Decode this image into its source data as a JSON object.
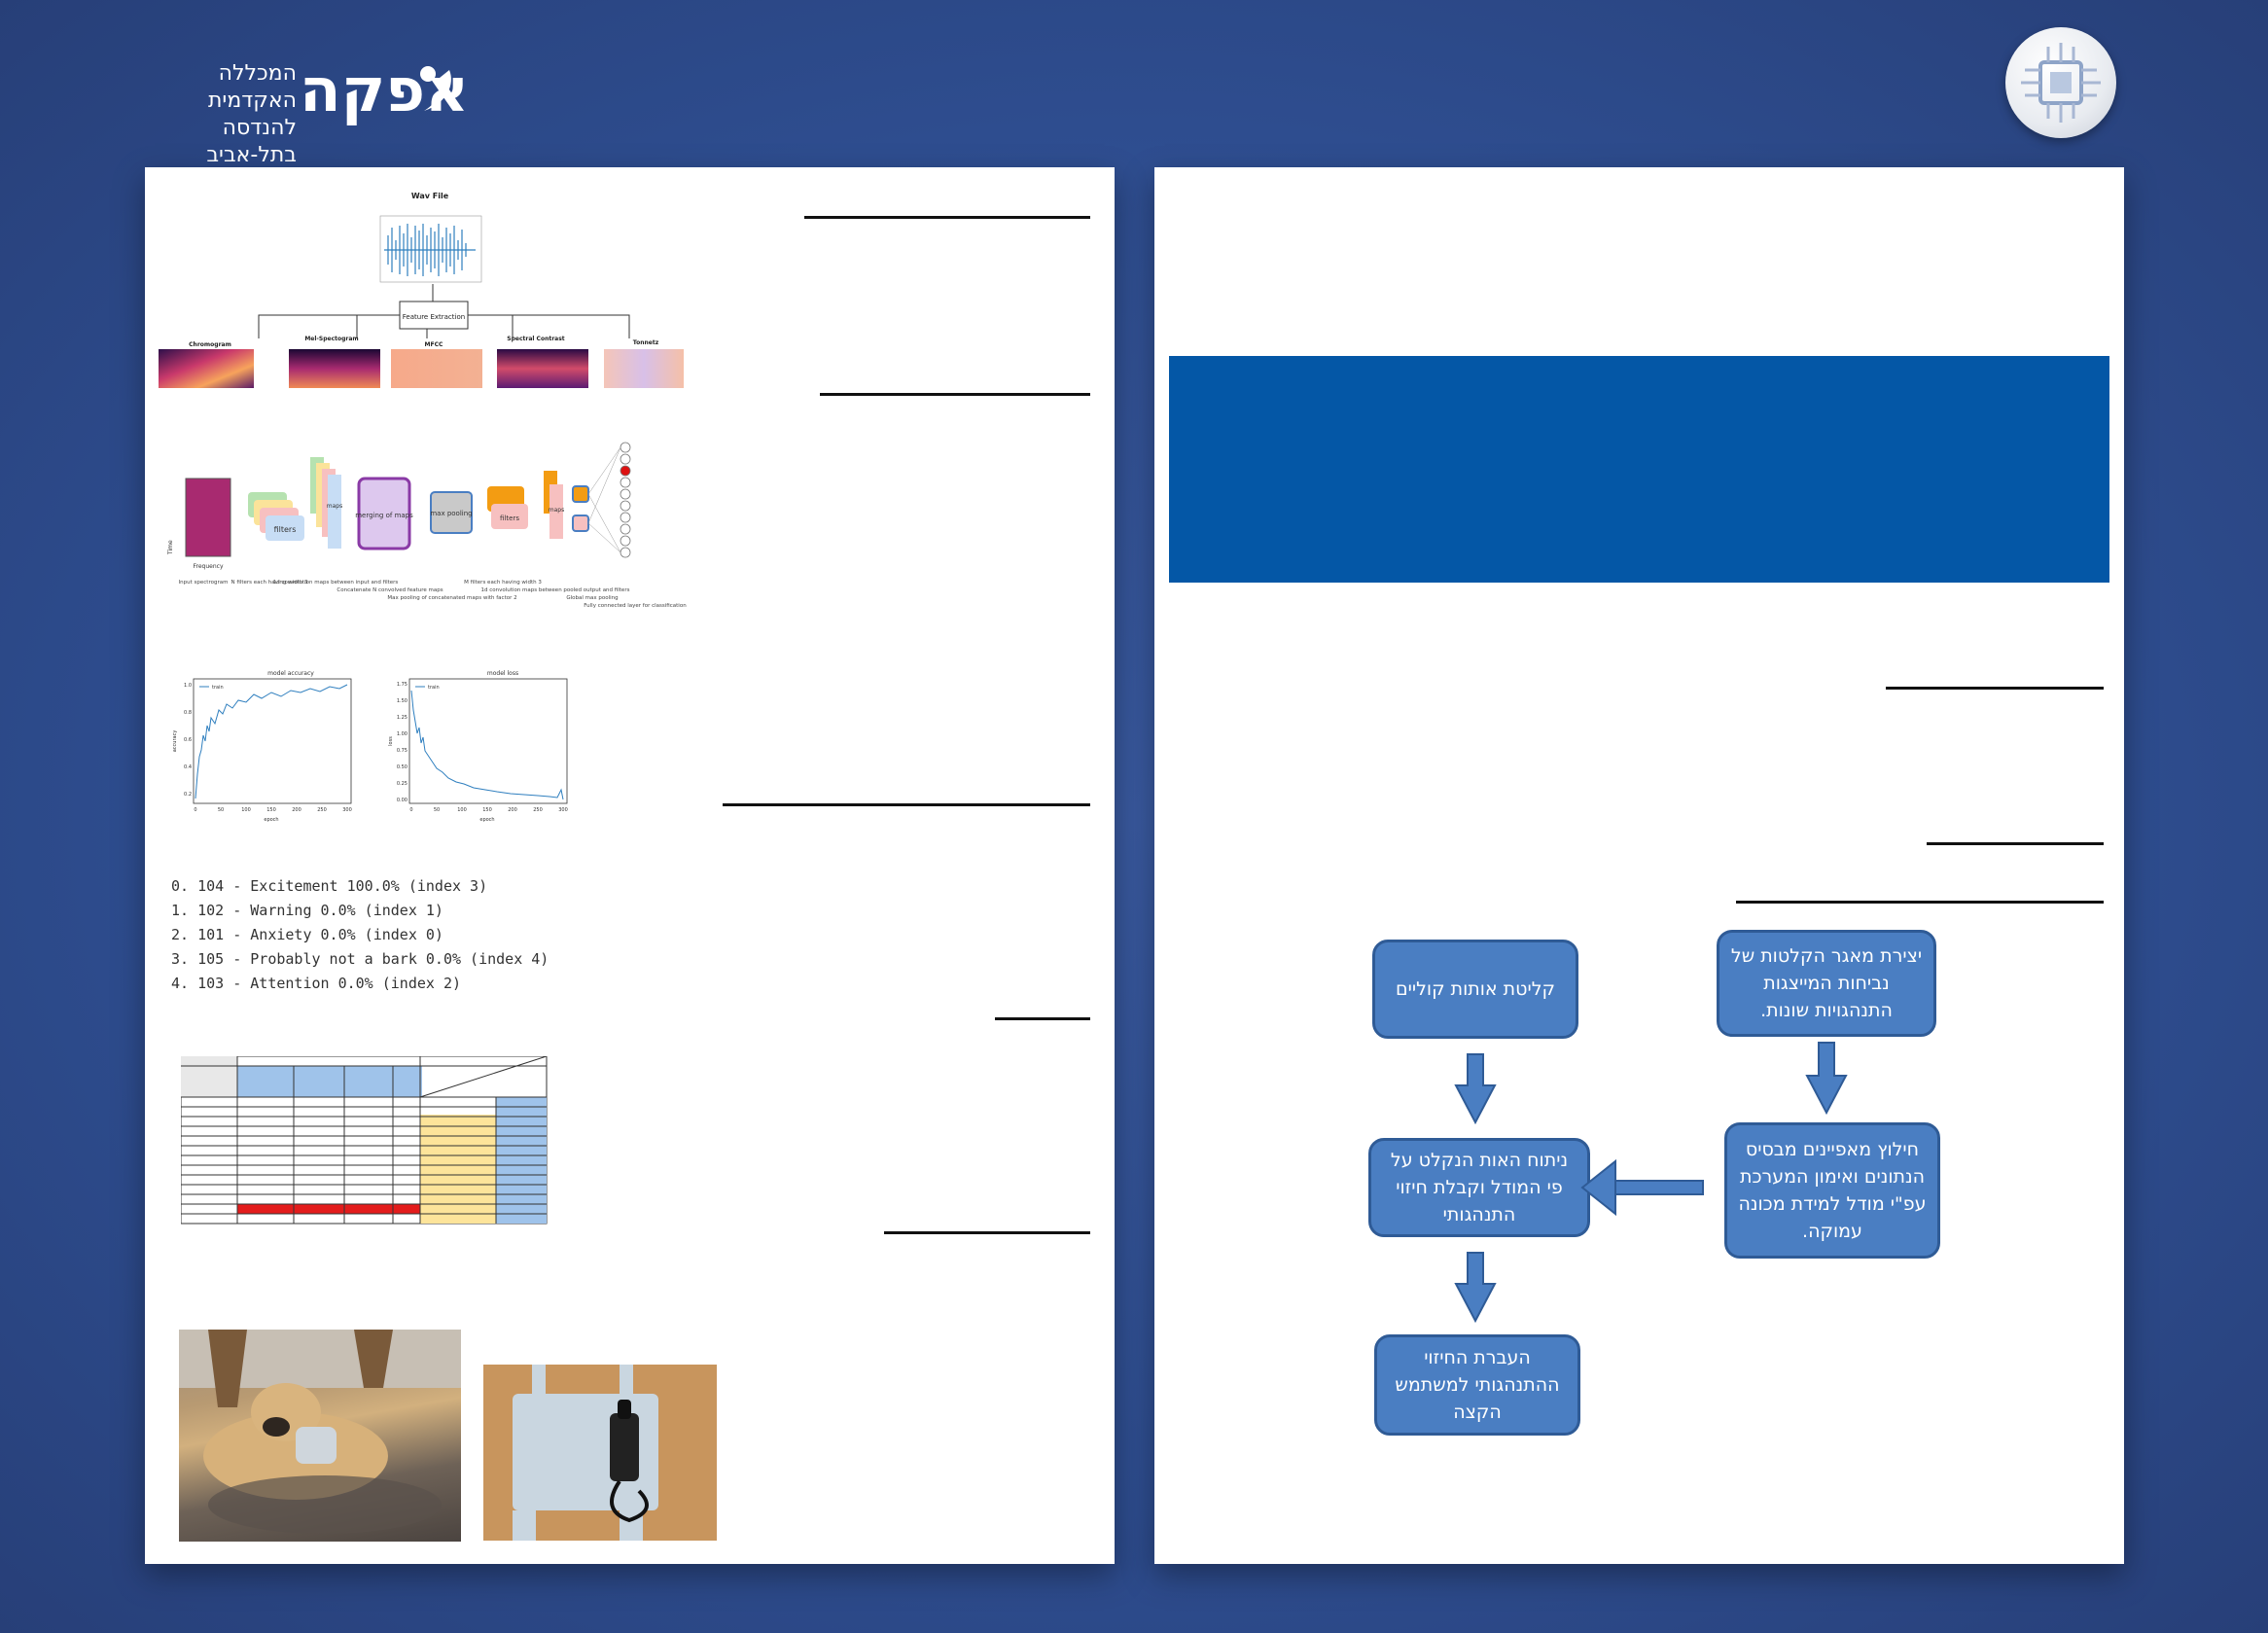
{
  "header": {
    "college_line1": "המכללה האקדמית",
    "college_line2": "להנדסה בתל-אביב",
    "brand": "אפקה",
    "badge_icon": "circuit-chip-icon"
  },
  "left_panel": {
    "pipeline_figure": {
      "wav_title": "Wav File",
      "feature_extraction": "Feature Extraction",
      "features": [
        "Chromogram",
        "Mel-Spectogram",
        "MFCC",
        "Spectral Contrast",
        "Tonnetz"
      ]
    },
    "cnn_figure": {
      "blocks": [
        "filters",
        "maps",
        "merging of maps",
        "max pooling",
        "filters",
        "maps"
      ],
      "axis_time": "Time",
      "axis_frequency": "Frequency",
      "captions": [
        "Input spectrogram",
        "N filters each having width 3",
        "1d convolution maps between input and filters",
        "Concatenate N convolved feature maps",
        "Max pooling of concatenated maps with factor 2",
        "M filters each having width 3",
        "1d convolution maps between pooled output and filters",
        "Global max pooling",
        "Fully connected layer for classification"
      ]
    },
    "charts": [
      {
        "title": "model accuracy",
        "xlabel": "epoch",
        "ylabel": "accuracy",
        "legend": "train",
        "xticks": [
          "0",
          "50",
          "100",
          "150",
          "200",
          "250",
          "300"
        ],
        "yticks": [
          "0.2",
          "0.4",
          "0.6",
          "0.8",
          "1.0"
        ]
      },
      {
        "title": "model loss",
        "xlabel": "epoch",
        "ylabel": "loss",
        "legend": "train",
        "xticks": [
          "0",
          "50",
          "100",
          "150",
          "200",
          "250",
          "300"
        ],
        "yticks": [
          "0.00",
          "0.25",
          "0.50",
          "0.75",
          "1.00",
          "1.25",
          "1.50",
          "1.75"
        ]
      }
    ],
    "predictions": [
      "0. 104 - Excitement 100.0% (index 3)",
      "1. 102 - Warning 0.0% (index 1)",
      "2. 101 - Anxiety 0.0% (index 0)",
      "3. 105 - Probably not a bark 0.0% (index 4)",
      "4. 103 - Attention 0.0% (index 2)"
    ],
    "colors": {
      "table_header": "#9fc3ea",
      "table_yellow": "#fde49a",
      "table_red": "#e31c1c",
      "signal_blue": "#2f7fbf"
    }
  },
  "right_panel": {
    "banner_color": "#0457a6",
    "flow": {
      "box1": "יצירת מאגר הקלטות של נביחות המייצגות התנהגויות שונות.",
      "box2": "קליטת אותות קוליים",
      "box3": "חילוץ מאפיינים מבסיס הנתונים ואימון המערכת עפ\"י מודל למידת מכונה עמוקה.",
      "box4": "ניתוח האות הנקלט על פי המודל וקבלת חיזוי התנהגותי",
      "box5": "העברת החיזוי ההתנהגותי למשתמש הקצה"
    },
    "colors": {
      "box_fill": "#4a7ec2",
      "box_border": "#2f5b96"
    }
  }
}
